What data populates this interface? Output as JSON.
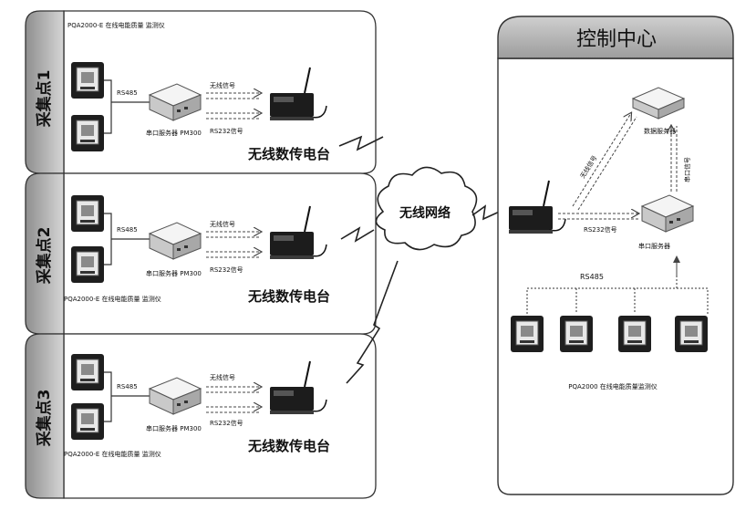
{
  "control_center": {
    "title": "控制中心",
    "wireless_signal": "无线信号",
    "serial_signal": "RS232信号",
    "channel_signal": "串口信号",
    "server_label": "数据服务器",
    "converter_label": "串口服务器",
    "bus_label": "RS485",
    "analyzer_caption": "PQA2000 在线电能质量监测仪"
  },
  "network": {
    "label": "无线网络"
  },
  "sites": [
    {
      "label": "采集点1",
      "analyzer_caption": "PQA2000-E 在线电能质量 监测仪",
      "bus_label": "RS485",
      "converter_label": "串口服务器 PM300",
      "signal_top": "无线信号",
      "signal_bottom": "RS232信号",
      "radio_label": "无线数传电台"
    },
    {
      "label": "采集点2",
      "analyzer_caption": "PQA2000-E 在线电能质量 监测仪",
      "bus_label": "RS485",
      "converter_label": "串口服务器 PM300",
      "signal_top": "无线信号",
      "signal_bottom": "RS232信号",
      "radio_label": "无线数传电台"
    },
    {
      "label": "采集点3",
      "analyzer_caption": "PQA2000-E 在线电能质量 监测仪",
      "bus_label": "RS485",
      "converter_label": "串口服务器 PM300",
      "signal_top": "无线信号",
      "signal_bottom": "RS232信号",
      "radio_label": "无线数传电台"
    }
  ]
}
